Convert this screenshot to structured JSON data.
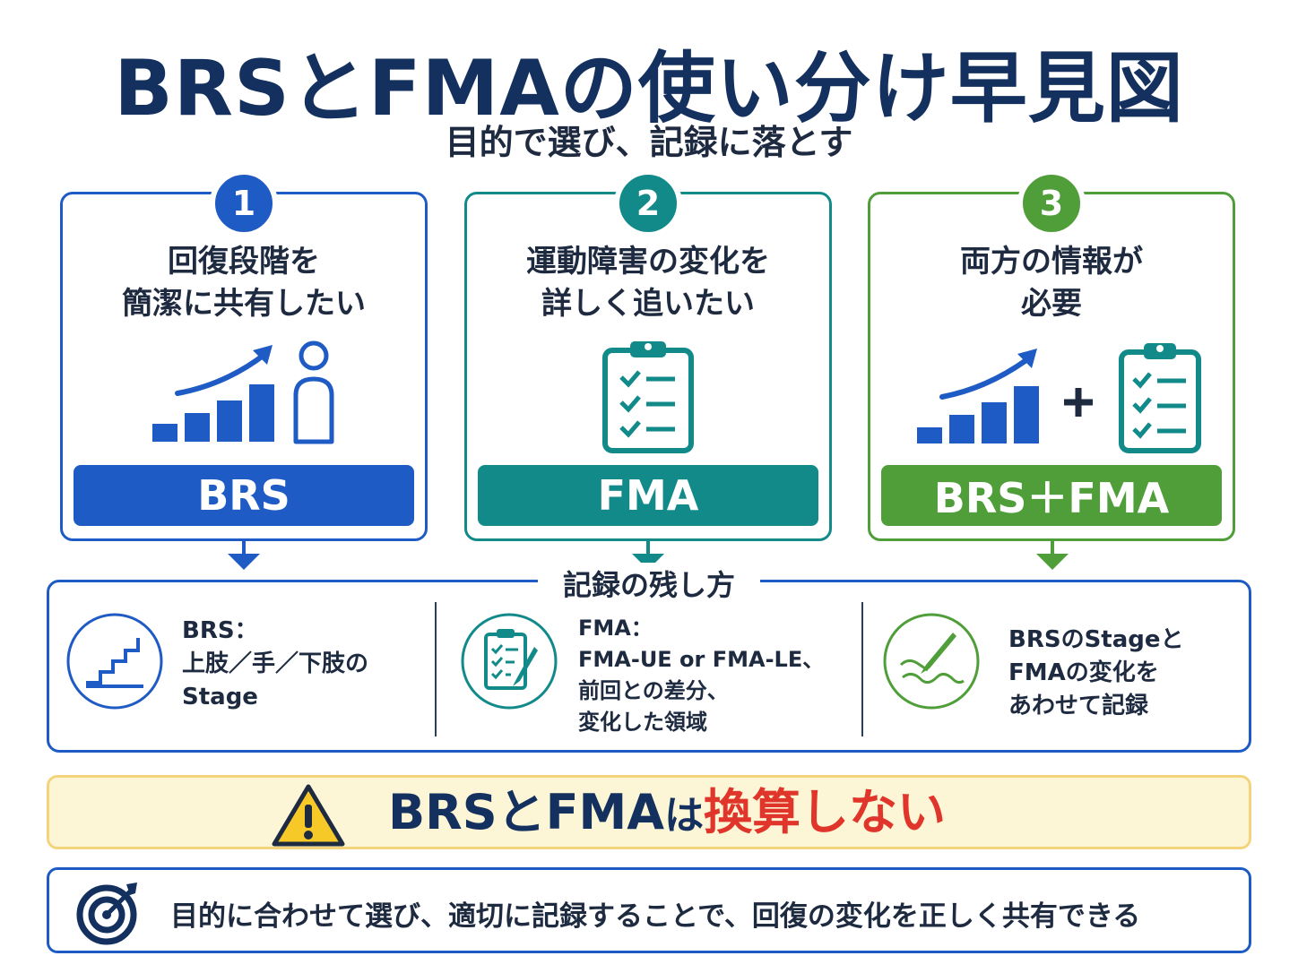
{
  "title": "BRSとFMAの使い分け早見図",
  "subtitle": "目的で選び、記録に落とす",
  "cards": [
    {
      "number": "1",
      "question_line1": "回復段階を",
      "question_line2": "簡潔に共有したい",
      "label": "BRS",
      "icon": "bar-chart-person-icon",
      "color": "#1f5bc4"
    },
    {
      "number": "2",
      "question_line1": "運動障害の変化を",
      "question_line2": "詳しく追いたい",
      "label": "FMA",
      "icon": "clipboard-checklist-icon",
      "color": "#138a8a"
    },
    {
      "number": "3",
      "question_line1": "両方の情報が",
      "question_line2": "必要",
      "label": "BRS＋FMA",
      "icon": "bar-chart-plus-clipboard-icon",
      "color": "#4f9e3a"
    }
  ],
  "records": {
    "title": "記録の残し方",
    "items": [
      {
        "icon": "stairs-icon",
        "line1": "BRS：",
        "line2": "上肢／手／下肢の",
        "line3": "Stage"
      },
      {
        "icon": "clipboard-pen-icon",
        "line1": "FMA：",
        "line2": "FMA-UE or FMA-LE、",
        "line3": "前回との差分、",
        "line4": "変化した領域"
      },
      {
        "icon": "hand-writing-icon",
        "line1": "BRSのStageと",
        "line2": "FMAの変化を",
        "line3": "あわせて記録"
      }
    ]
  },
  "warning": {
    "icon": "warning-icon",
    "main": "BRSとFMA",
    "particle": "は",
    "emphasis": "換算しない"
  },
  "goal": {
    "icon": "target-icon",
    "text": "目的に合わせて選び、適切に記録することで、回復の変化を正しく共有できる"
  }
}
